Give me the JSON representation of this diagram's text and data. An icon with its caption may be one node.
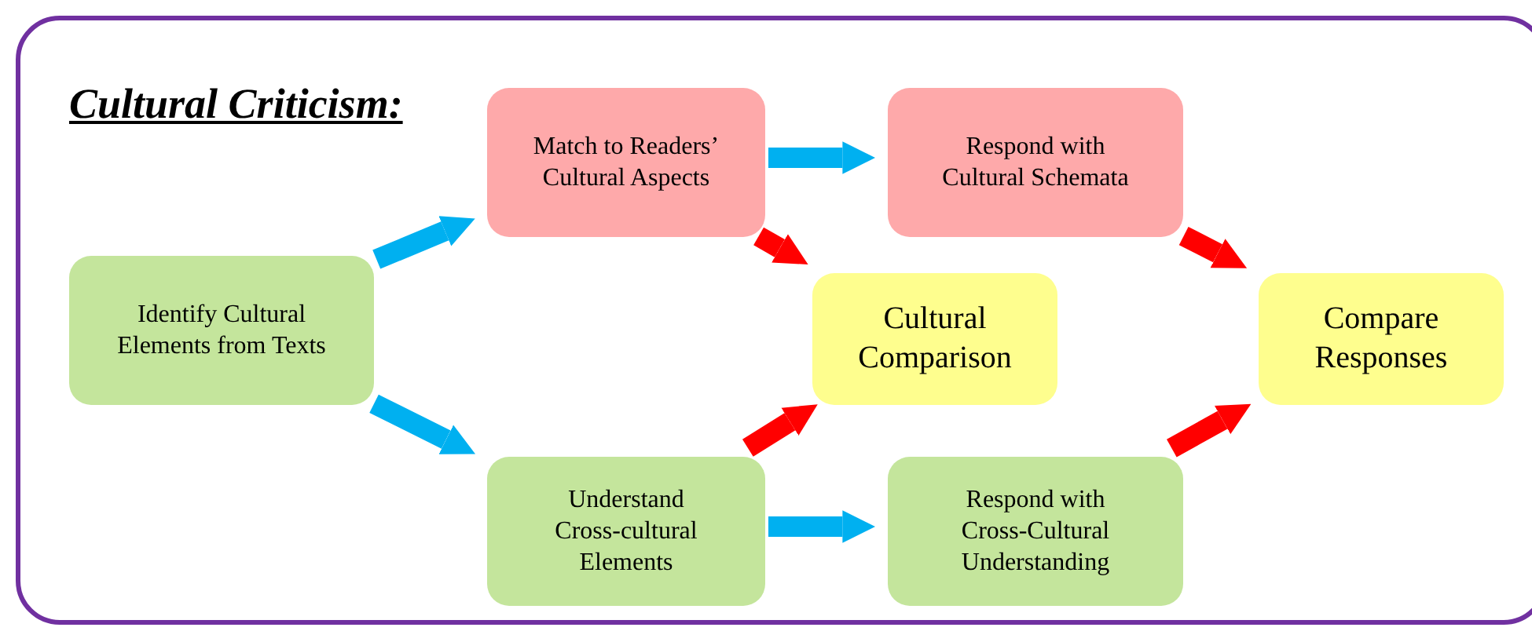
{
  "diagram": {
    "nodes": [
      {
        "text": [
          "Cultural Criticism:"
        ]
      },
      {
        "text": [
          "Identify Cultural Elements from Texts"
        ],
        "in": 0
      },
      {
        "text": [
          "Match to Readers’ Cultural Aspects"
        ],
        "in": 0
      },
      {
        "text": [
          "Respond with Cultural Schemata"
        ],
        "in": 0
      },
      {
        "text": [
          "Cultural Comparison"
        ],
        "in": 0
      },
      {
        "text": [
          "Compare Responses"
        ],
        "in": 0
      },
      {
        "text": [
          "Understand Cross-cultural Elements"
        ],
        "in": 0
      },
      {
        "text": [
          "Respond with Cross-Cultural Understanding"
        ],
        "in": 0
      }
    ],
    "edges": [
      {
        "from": 1,
        "to": 2,
        "arrow": "to",
        "color": "#00b0f0"
      },
      {
        "from": 1,
        "to": 6,
        "arrow": "to",
        "color": "#00b0f0"
      },
      {
        "from": 2,
        "to": 3,
        "arrow": "to",
        "color": "#00b0f0"
      },
      {
        "from": 6,
        "to": 7,
        "arrow": "to",
        "color": "#00b0f0"
      },
      {
        "from": 2,
        "to": 4,
        "arrow": "to",
        "color": "#ff0000"
      },
      {
        "from": 6,
        "to": 4,
        "arrow": "to",
        "color": "#ff0000"
      },
      {
        "from": 3,
        "to": 5,
        "arrow": "to",
        "color": "#ff0000"
      },
      {
        "from": 7,
        "to": 5,
        "arrow": "to",
        "color": "#ff0000"
      }
    ]
  }
}
